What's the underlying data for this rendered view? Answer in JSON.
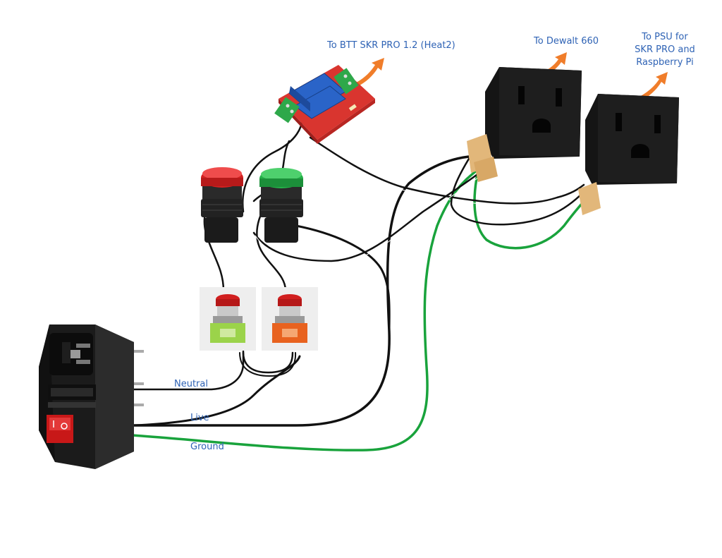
{
  "labels": {
    "relay_dest": "To BTT SKR PRO 1.2 (Heat2)",
    "outlet1_dest": "To Dewalt 660",
    "outlet2_line1": "To PSU for",
    "outlet2_line2": "SKR PRO and",
    "outlet2_line3": "Raspberry Pi",
    "neutral": "Neutral",
    "live": "Live",
    "ground": "Ground"
  },
  "colors": {
    "label_text": "#2f63b5",
    "arrow": "#f07d2a",
    "live_wire": "#111111",
    "neutral_wire": "#111111",
    "ground_wire": "#19a33c",
    "relay_board": "#d9352f",
    "relay_module": "#2a64c8",
    "red_lamp": "#d42020",
    "green_lamp": "#24b048",
    "estop_cap": "#d11f1f",
    "estop_base_green": "#9bd34a",
    "estop_base_orange": "#e8621f",
    "inlet_body": "#1b1b1b",
    "rocker_switch": "#c81818"
  },
  "components": {
    "relay": "relay-board",
    "indicator_lamps": [
      "red-indicator-lamp",
      "green-indicator-lamp"
    ],
    "estop_switches": [
      "estop-switch-green-base",
      "estop-switch-orange-base"
    ],
    "outlets": [
      "outlet-dewalt",
      "outlet-psu"
    ],
    "inlet": "power-inlet-fused-switch"
  }
}
